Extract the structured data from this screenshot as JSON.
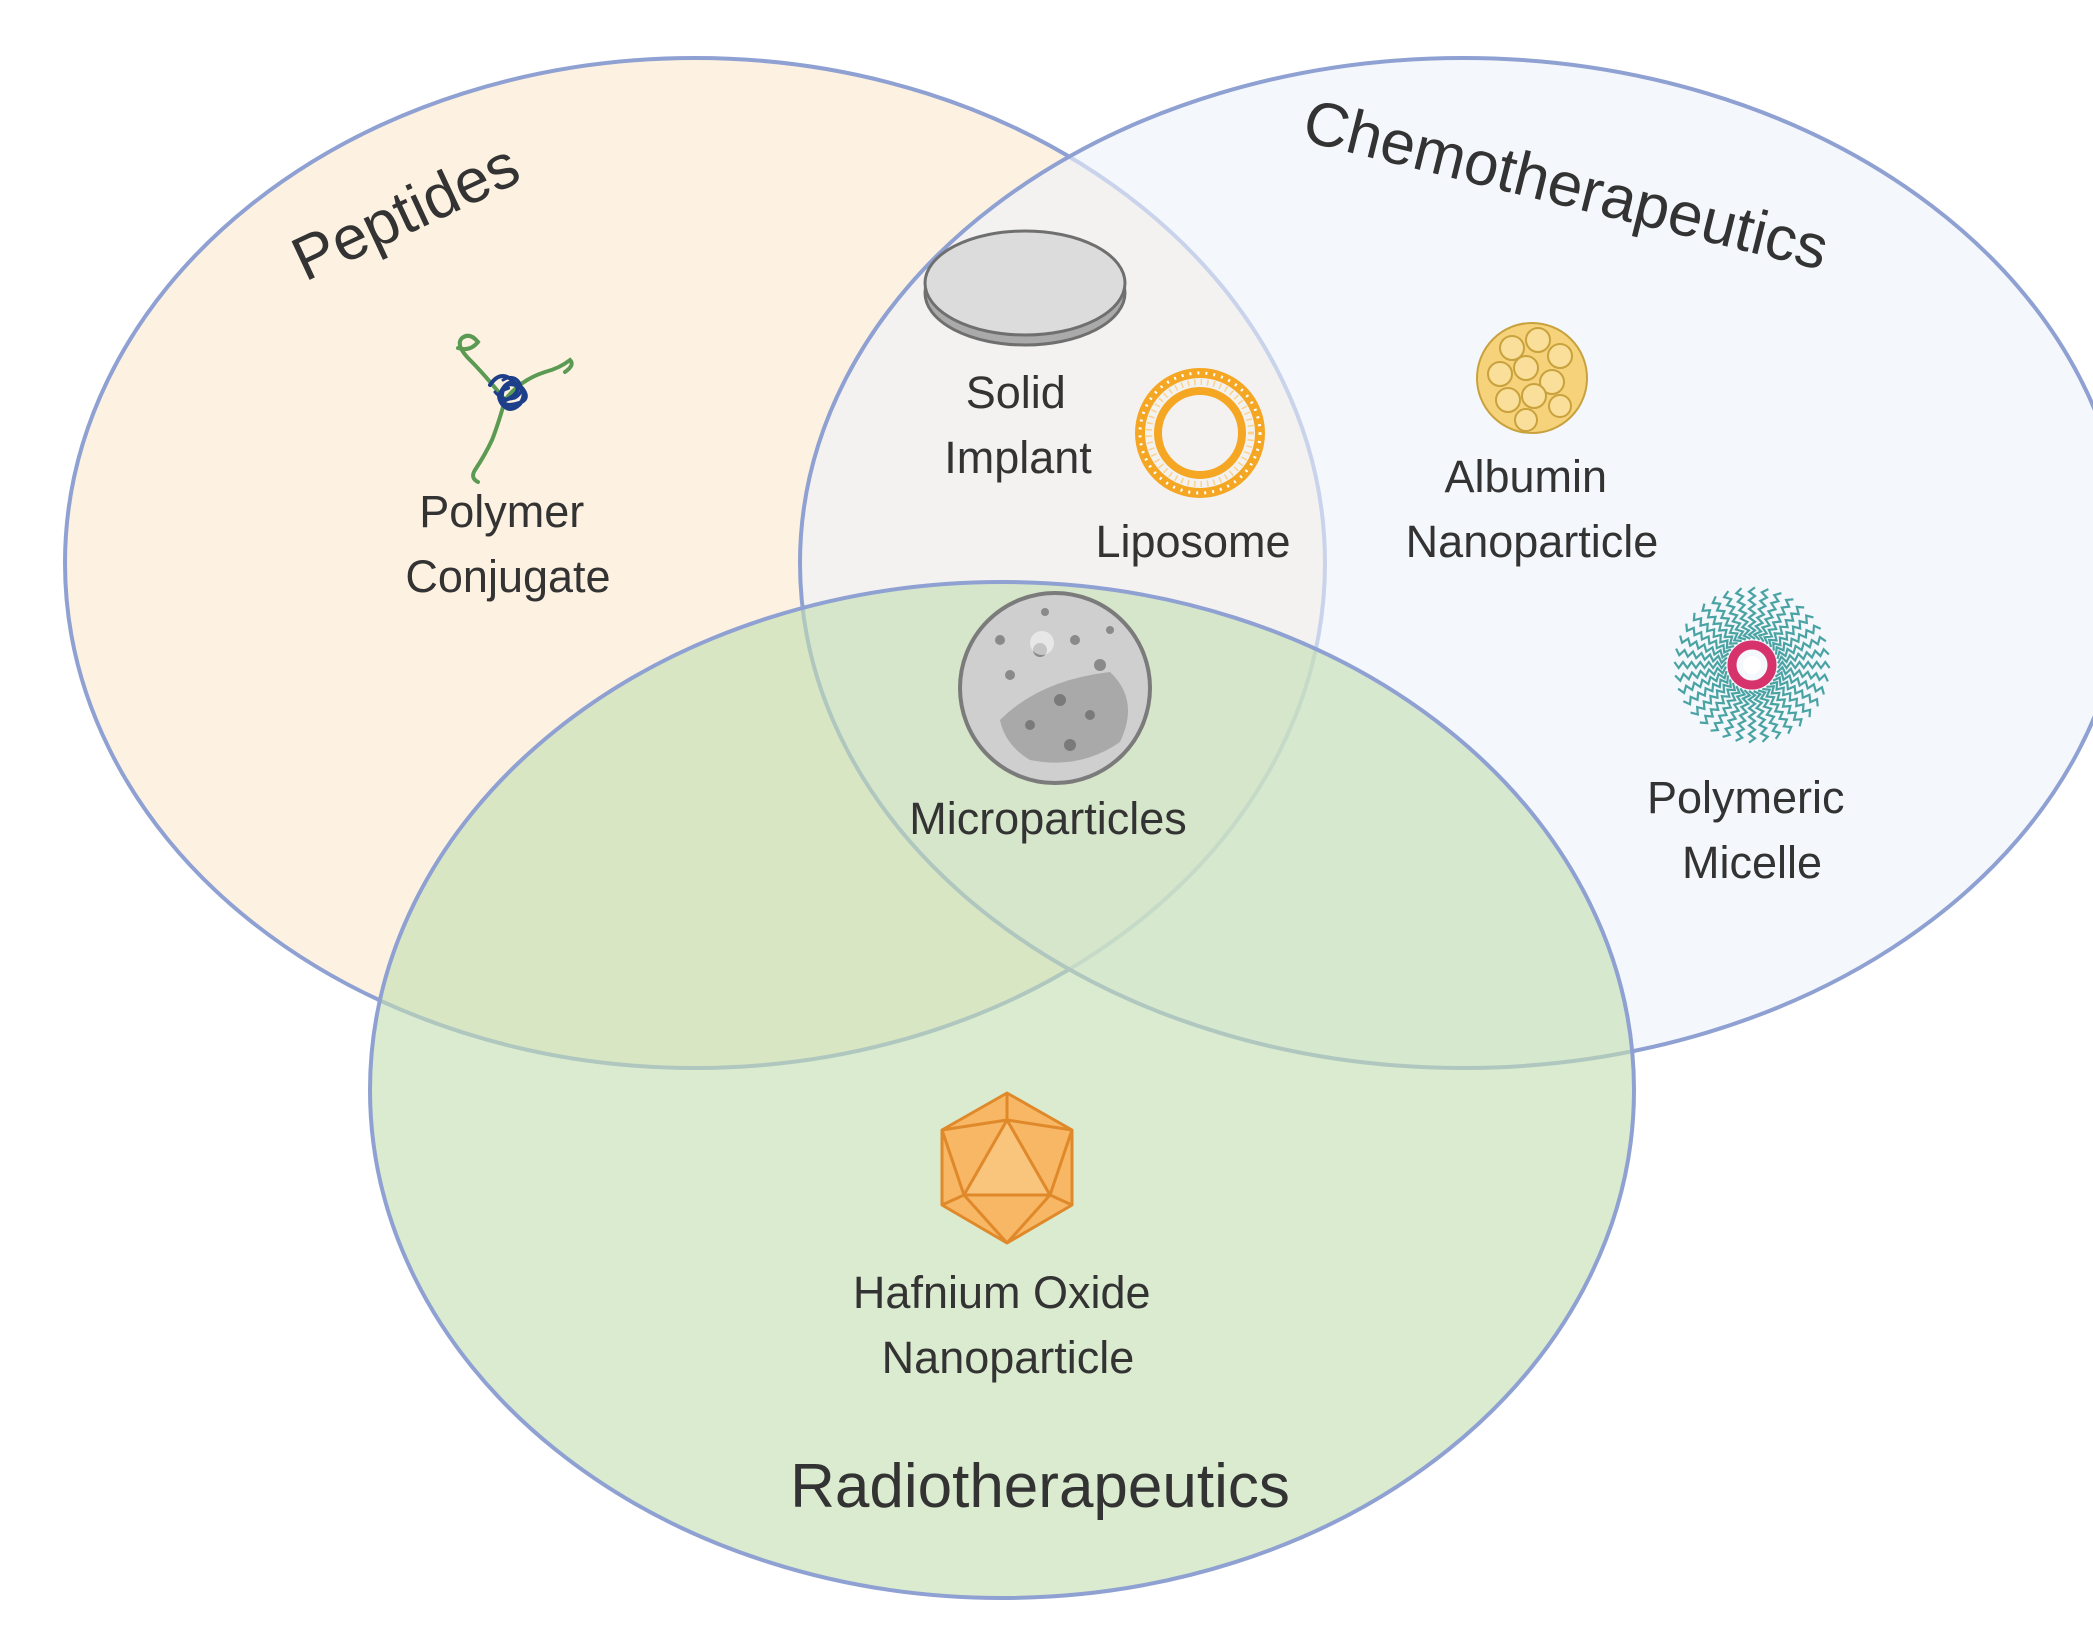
{
  "sets": {
    "peptides": "Peptides",
    "chemotherapeutics": "Chemotherapeutics",
    "radiotherapeutics": "Radiotherapeutics"
  },
  "items": {
    "polymer_conjugate": [
      "Polymer",
      "Conjugate"
    ],
    "solid_implant": [
      "Solid",
      "Implant"
    ],
    "liposome": [
      "Liposome"
    ],
    "albumin_nanoparticle": [
      "Albumin",
      "Nanoparticle"
    ],
    "microparticles": [
      "Microparticles"
    ],
    "polymeric_micelle": [
      "Polymeric",
      "Micelle"
    ],
    "hafnium_oxide_nanoparticle": [
      "Hafnium Oxide",
      "Nanoparticle"
    ]
  },
  "colors": {
    "peptides_fill": "#fdf1e1",
    "chemo_fill": "#eef2fa",
    "radio_fill": "#c4dfb2",
    "circle_stroke": "#8fa1d2",
    "polymer_green": "#5b9a52",
    "polymer_blue": "#1d3f8a",
    "liposome_orange": "#f5a623",
    "albumin_yellow": "#f6d27a",
    "micelle_teal": "#4aa3a3",
    "micelle_pink": "#d6336c",
    "hafnium_orange": "#f7b765"
  }
}
